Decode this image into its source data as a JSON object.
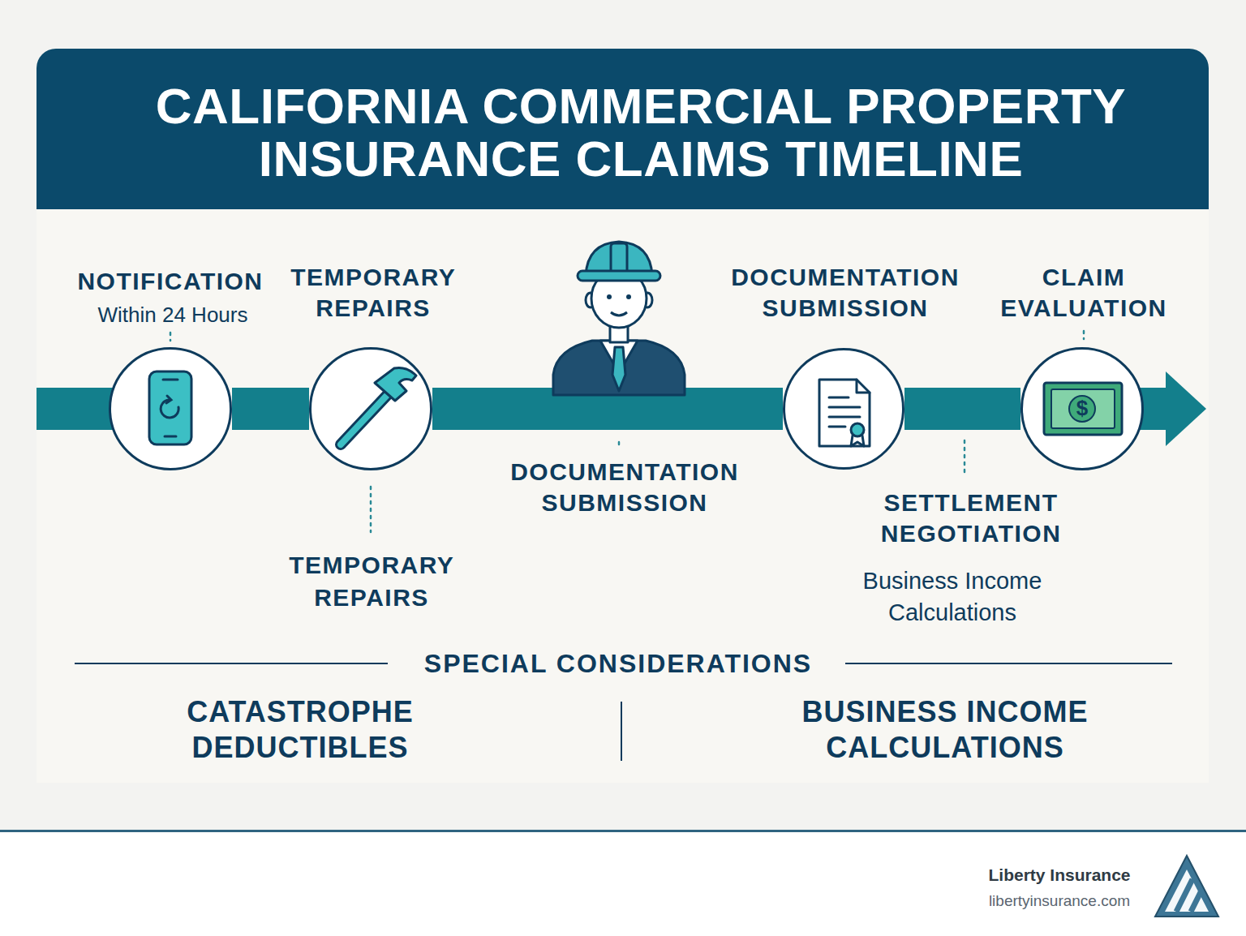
{
  "diagram": {
    "title": "CALIFORNIA COMMERCIAL PROPERTY INSURANCE CLAIMS TIMELINE",
    "nodes": [
      {
        "text": [
          "NOTIFICATION",
          "Within 24 Hours"
        ]
      },
      {
        "text": [
          "TEMPORARY REPAIRS"
        ]
      },
      {
        "text": [
          "DOCUMENTATION SUBMISSION"
        ]
      },
      {
        "text": [
          "CLAIM EVALUATION"
        ]
      }
    ],
    "edges": [
      {
        "from": 0,
        "to": 1,
        "arrow": "none"
      },
      {
        "from": 1,
        "to": 2,
        "arrow": "none"
      },
      {
        "from": 2,
        "to": 3,
        "arrow": "none"
      }
    ],
    "labels": [
      "TEMPORARY REPAIRS",
      "DOCUMENTATION SUBMISSION",
      "SETTLEMENT NEGOTIATION",
      "Business Income Calculations",
      "$",
      "SPECIAL CONSIDERATIONS",
      "CATASTROPHE DEDUCTIBLES",
      "BUSINESS INCOME CALCULATIONS",
      "Liberty Insurance",
      "libertyinsurance.com"
    ]
  }
}
